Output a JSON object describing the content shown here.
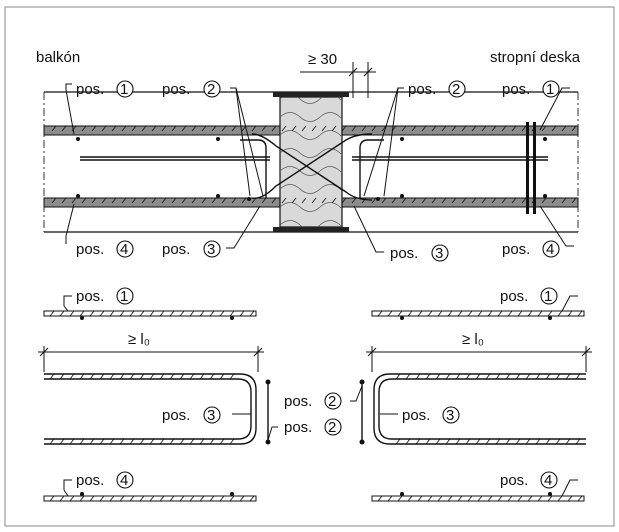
{
  "labels": {
    "left_title": "balkón",
    "right_title": "stropní deska",
    "min_gap": "≥ 30",
    "pos_prefix": "pos.",
    "lap_length": "≥ l₀"
  },
  "positions": {
    "p1": "1",
    "p2": "2",
    "p3": "3",
    "p4": "4"
  }
}
